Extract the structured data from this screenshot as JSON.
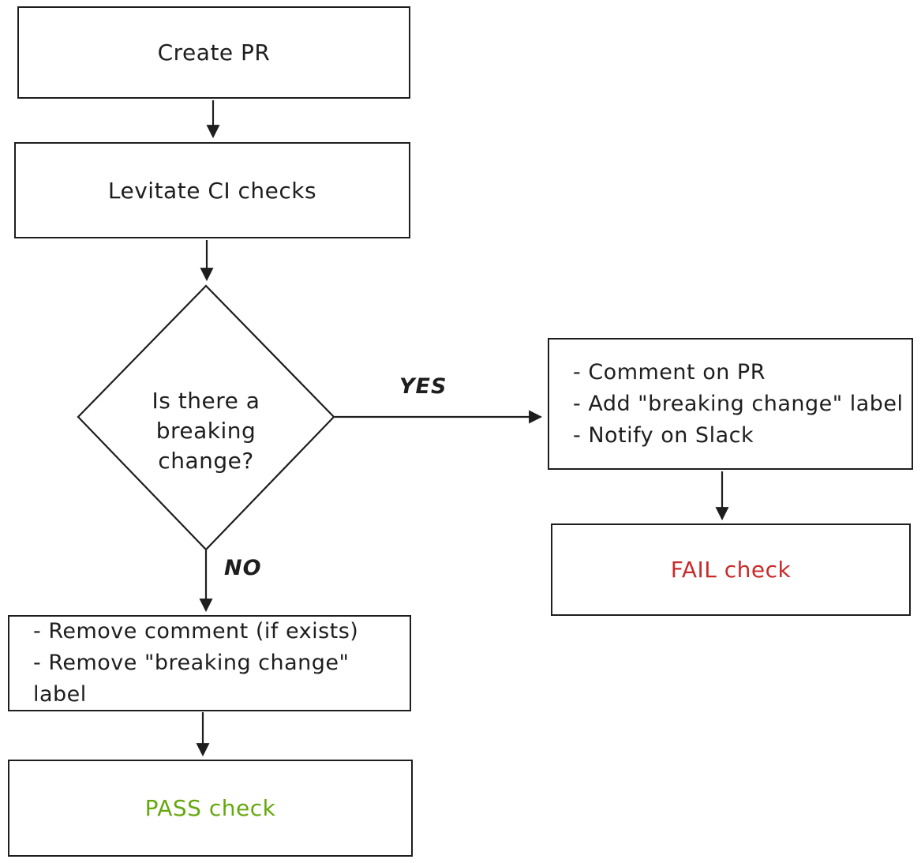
{
  "colors": {
    "stroke": "#1e1e1e",
    "fail_text": "#c92a2a",
    "pass_text": "#66a80f",
    "background": "#ffffff"
  },
  "nodes": {
    "create_pr": {
      "label": "Create PR"
    },
    "ci_checks": {
      "label": "Levitate CI checks"
    },
    "decision": {
      "label": "Is there a breaking change?"
    },
    "yes_actions": {
      "lines": [
        "- Comment on PR",
        "- Add \"breaking change\" label",
        "- Notify on Slack"
      ]
    },
    "fail": {
      "label": "FAIL check"
    },
    "no_actions": {
      "lines": [
        "- Remove comment (if exists)",
        "- Remove \"breaking change\" label"
      ]
    },
    "pass": {
      "label": "PASS check"
    }
  },
  "edges": {
    "yes_label": "YES",
    "no_label": "NO"
  }
}
